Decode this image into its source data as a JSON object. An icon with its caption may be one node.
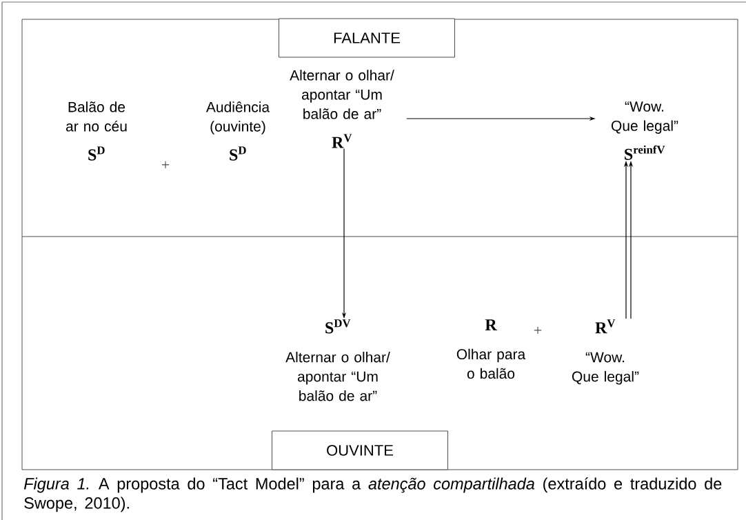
{
  "diagram": {
    "caption": "*Figura 1.* A proposta do “Tact Model” para a *atenção compartilhada* (extraído e traduzido de Swope, 2010).",
    "nodes": [
      {
        "text": [
          "FALANTE"
        ]
      },
      {
        "text": [
          "Balão de ar no céu",
          "S$^{D}$"
        ]
      },
      {
        "text": [
          "Audiência (ouvinte)",
          "S$^{D}$"
        ]
      },
      {
        "text": [
          "Alternar o olhar/ apontar “Um balão de ar”",
          "R$^{V}$"
        ]
      },
      {
        "text": [
          "“Wow. Que legal”",
          "S$^{reinfV}$"
        ]
      },
      {
        "text": [
          "S$^{DV}$",
          "Alternar o olhar/ apontar “Um balão de ar”"
        ]
      },
      {
        "text": [
          "R",
          "Olhar para o balão"
        ]
      },
      {
        "text": [
          "R$^{V}$",
          "“Wow. Que legal”"
        ]
      },
      {
        "text": [
          "OUVINTE"
        ]
      }
    ],
    "edges": [
      {
        "from": 3,
        "to": 4,
        "arrow": "to"
      },
      {
        "from": 3,
        "to": 5,
        "arrow": "to"
      },
      {
        "from": 7,
        "to": 4,
        "arrow": "to"
      },
      {
        "from": 7,
        "to": 4,
        "arrow": "to"
      }
    ],
    "labels": [
      "+",
      "+"
    ]
  }
}
